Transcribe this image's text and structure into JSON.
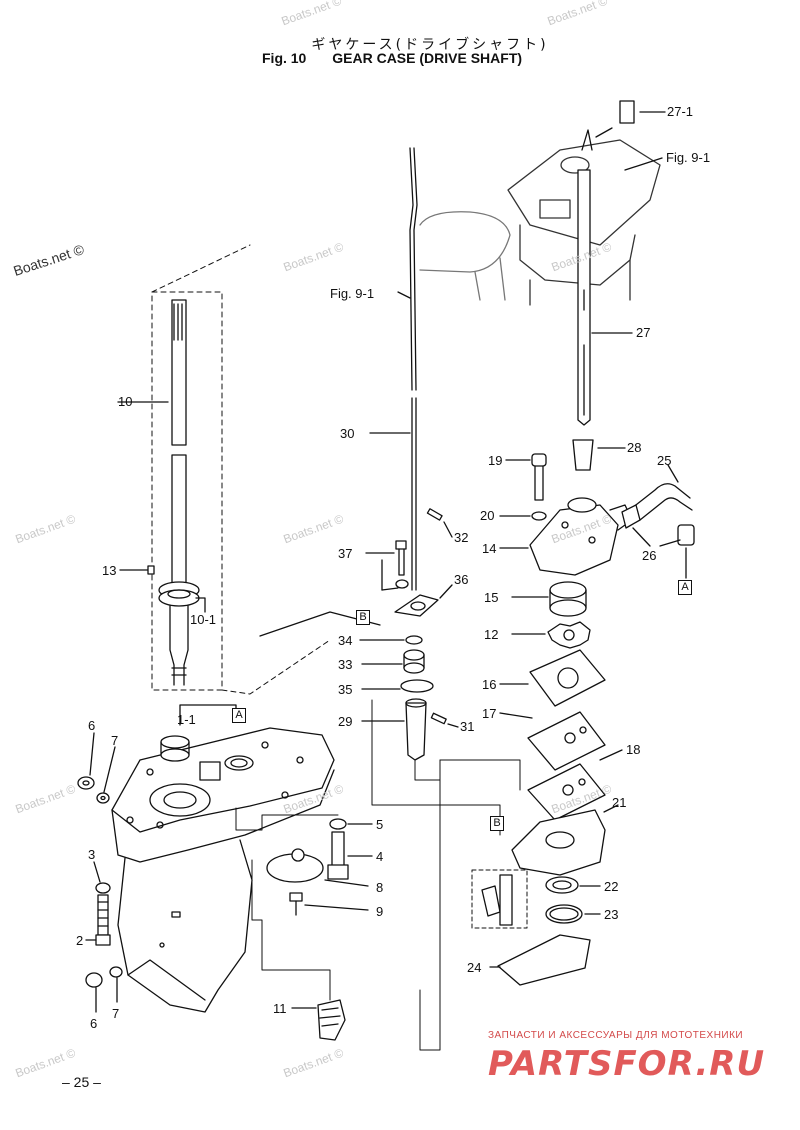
{
  "title": {
    "jp": "ギヤケース(ドライブシャフト)",
    "fig": "Fig. 10",
    "en": "GEAR CASE (DRIVE SHAFT)"
  },
  "labels": {
    "l27_1": "27-1",
    "lfig91a": "Fig. 9-1",
    "lfig91b": "Fig. 9-1",
    "l27": "27",
    "l10": "10",
    "l13": "13",
    "l10_1": "10-1",
    "l1_1": "1-1",
    "l30": "30",
    "l32": "32",
    "l37": "37",
    "l36": "36",
    "l34": "34",
    "l33": "33",
    "l35": "35",
    "l29": "29",
    "l31": "31",
    "l28": "28",
    "l25": "25",
    "l19": "19",
    "l20": "20",
    "l14": "14",
    "l26": "26",
    "l15": "15",
    "l12": "12",
    "l16": "16",
    "l17": "17",
    "l18": "18",
    "l21": "21",
    "l22": "22",
    "l23": "23",
    "l24": "24",
    "l6a": "6",
    "l7a": "7",
    "l3": "3",
    "l2": "2",
    "l6b": "6",
    "l7b": "7",
    "l5": "5",
    "l4": "4",
    "l8": "8",
    "l9": "9",
    "l11": "11"
  },
  "box_labels": {
    "A1": "A",
    "A2": "A",
    "B1": "B",
    "B2": "B"
  },
  "watermarks": {
    "text": "Boats.net ©"
  },
  "page_number": "– 25 –",
  "shop": {
    "tagline": "ЗАПЧАСТИ И АКСЕССУАРЫ ДЛЯ МОТОТЕХНИКИ",
    "logo": "PARTSFOR.RU"
  },
  "colors": {
    "line": "#111111",
    "watermark": "#c8c8c8",
    "shop": "#e15a5a"
  }
}
